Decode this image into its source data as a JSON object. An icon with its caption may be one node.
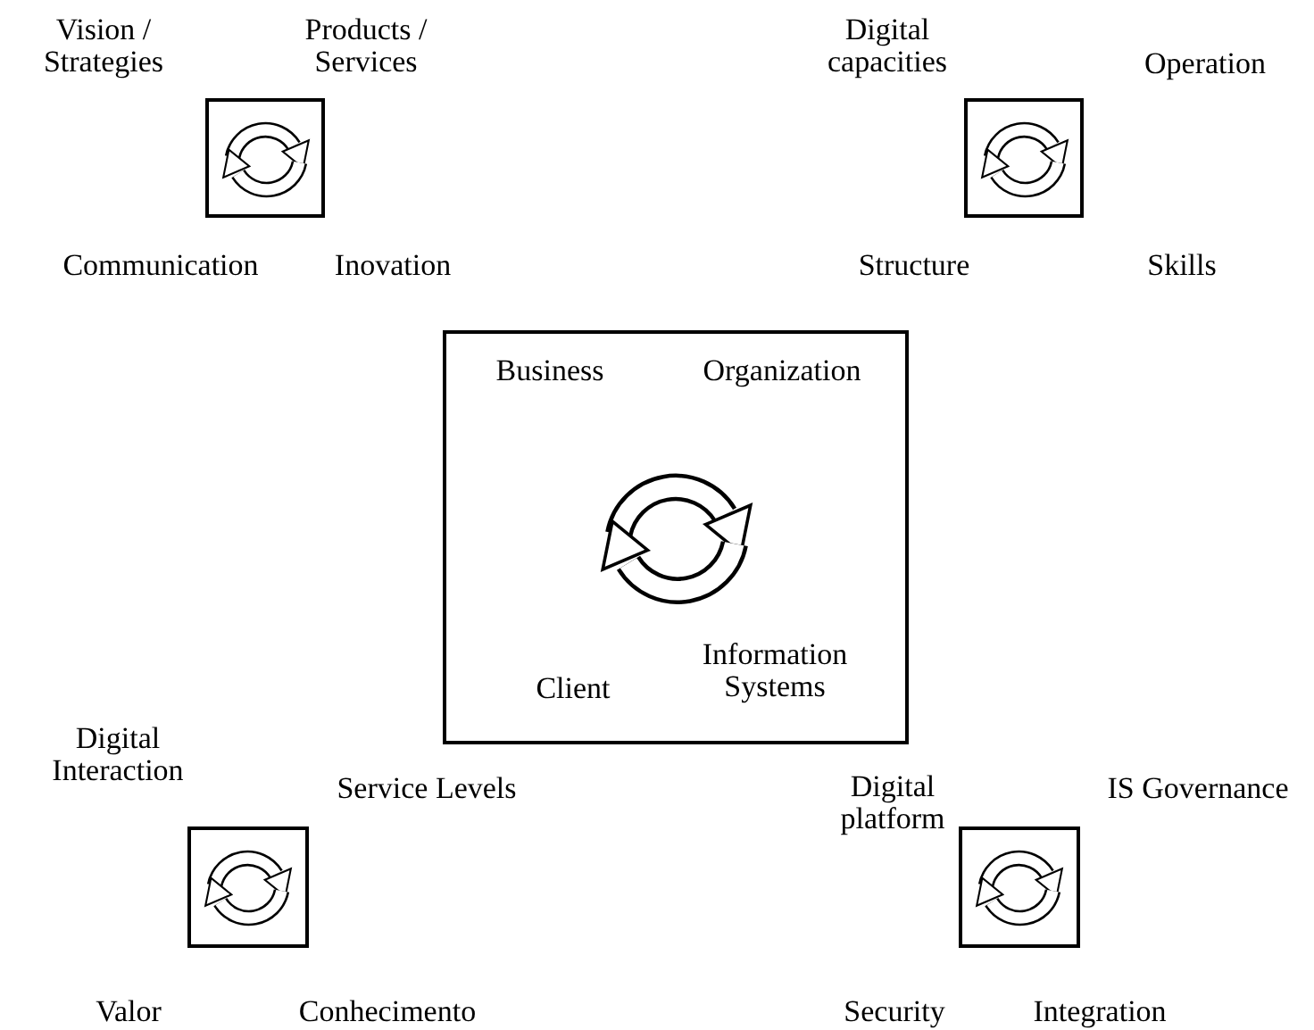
{
  "diagram": {
    "nodes": [
      {
        "text": [],
        "shape": "box",
        "beside": [
          "Vision / Strategies",
          "Products / Services",
          "Communication",
          "Inovation"
        ]
      },
      {
        "text": [],
        "shape": "box",
        "beside": [
          "Digital capacities",
          "Operation",
          "Structure",
          "Skills"
        ]
      },
      {
        "text": [
          "Business",
          "Organization",
          "Client",
          "Information Systems"
        ]
      },
      {
        "text": [],
        "shape": "box",
        "beside": [
          "Digital Interaction",
          "Service Levels",
          "Valor",
          "Conhecimento"
        ]
      },
      {
        "text": [],
        "shape": "box",
        "beside": [
          "Digital platform",
          "IS Governance",
          "Security",
          "Integration"
        ]
      }
    ],
    "edges": []
  }
}
